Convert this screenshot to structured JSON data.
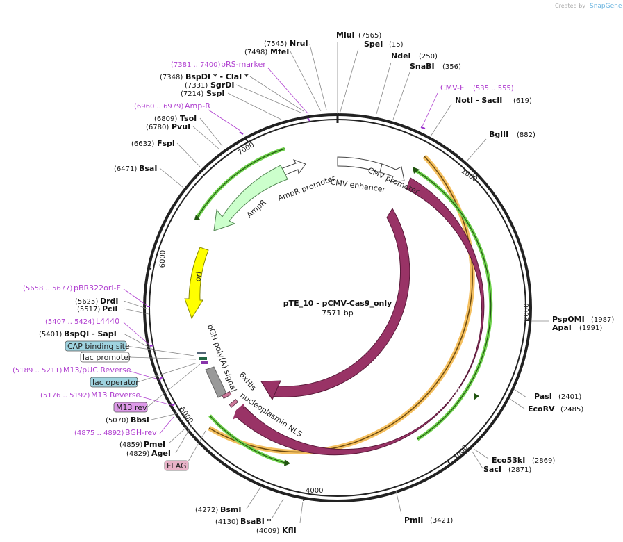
{
  "credit": {
    "created_by": "Created by",
    "brand": "SnapGene"
  },
  "plasmid": {
    "name": "pTE_10 - pCMV-Cas9_only",
    "length": "7571 bp"
  },
  "ticks": [
    "1000",
    "2000",
    "3000",
    "4000",
    "5000",
    "6000",
    "7000"
  ],
  "sites": [
    {
      "name": "MluI",
      "pos": "(7565)"
    },
    {
      "name": "SpeI",
      "pos": "(15)"
    },
    {
      "name": "NdeI",
      "pos": "(250)"
    },
    {
      "name": "SnaBI",
      "pos": "(356)"
    },
    {
      "name": "NotI  - SacII",
      "pos": "(619)"
    },
    {
      "name": "BglII",
      "pos": "(882)"
    },
    {
      "name": "PspOMI",
      "pos": "(1987)"
    },
    {
      "name": "ApaI",
      "pos": "(1991)"
    },
    {
      "name": "PasI",
      "pos": "(2401)"
    },
    {
      "name": "EcoRV",
      "pos": "(2485)"
    },
    {
      "name": "Eco53kI",
      "pos": "(2869)"
    },
    {
      "name": "SacI",
      "pos": "(2871)"
    },
    {
      "name": "PmlI",
      "pos": "(3421)"
    },
    {
      "name": "KflI",
      "pos": "(4009)"
    },
    {
      "name": "BsaBI *",
      "pos": "(4130)"
    },
    {
      "name": "BsmI",
      "pos": "(4272)"
    },
    {
      "name": "AgeI",
      "pos": "(4829)"
    },
    {
      "name": "PmeI",
      "pos": "(4859)"
    },
    {
      "name": "BbsI",
      "pos": "(5070)"
    },
    {
      "name": "BspQI   - SapI",
      "pos": "(5401)"
    },
    {
      "name": "PciI",
      "pos": "(5517)"
    },
    {
      "name": "DrdI",
      "pos": "(5625)"
    },
    {
      "name": "BsaI",
      "pos": "(6471)"
    },
    {
      "name": "FspI",
      "pos": "(6632)"
    },
    {
      "name": "PvuI",
      "pos": "(6780)"
    },
    {
      "name": "TsoI",
      "pos": "(6809)"
    },
    {
      "name": "SspI",
      "pos": "(7214)"
    },
    {
      "name": "SgrDI",
      "pos": "(7331)"
    },
    {
      "name": "BspDI *  - ClaI *",
      "pos": "(7348)"
    },
    {
      "name": "MfeI",
      "pos": "(7498)"
    },
    {
      "name": "NruI",
      "pos": "(7545)"
    }
  ],
  "primers": [
    {
      "name": "pRS-marker",
      "pos": "(7381 .. 7400)"
    },
    {
      "name": "CMV-F",
      "pos": "(535 .. 555)"
    },
    {
      "name": "Amp-R",
      "pos": "(6960 .. 6979)"
    },
    {
      "name": "pBR322ori-F",
      "pos": "(5658 .. 5677)"
    },
    {
      "name": "L4440",
      "pos": "(5407 .. 5424)"
    },
    {
      "name": "M13/pUC Reverse",
      "pos": "(5189 .. 5211)"
    },
    {
      "name": "M13 Reverse",
      "pos": "(5176 .. 5192)"
    },
    {
      "name": "BGH-rev",
      "pos": "(4875 .. 4892)"
    }
  ],
  "boxes": [
    {
      "label": "CAP binding site",
      "color": "#9fd3df"
    },
    {
      "label": "lac promoter",
      "color": "#ffffff"
    },
    {
      "label": "lac operator",
      "color": "#9fd3df"
    },
    {
      "label": "M13 rev",
      "color": "#dd99e8"
    },
    {
      "label": "FLAG",
      "color": "#e8b3c8"
    }
  ],
  "features": {
    "amp_promoter": "AmpR promoter",
    "ampr": "AmpR",
    "cmv_enhancer": "CMV enhancer",
    "cmv_promoter": "CMV promoter",
    "ori": "ori",
    "bgh": "bGH poly(A) signal",
    "his": "6xHis",
    "nls": "nucleoplasmin NLS",
    "cas9_a": "Cas9",
    "cas9_b": "Cas9"
  },
  "colors": {
    "cas9": "#993366",
    "ampr": "#ccffcc",
    "ori": "#ffff00",
    "orf_outline": "#f5c060",
    "orf_green": "#66cc33",
    "primer": "#9933cc"
  }
}
